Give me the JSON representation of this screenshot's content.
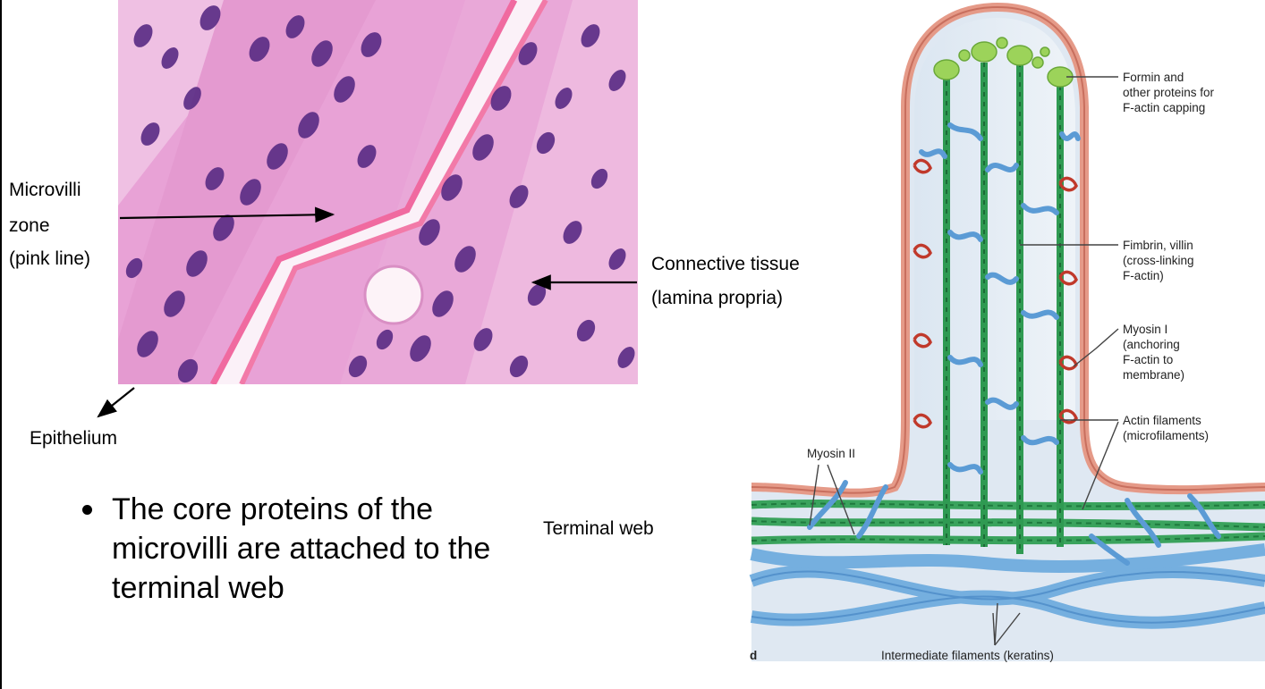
{
  "histology": {
    "labels": {
      "microvilli_line1": "Microvilli",
      "microvilli_line2": "zone",
      "microvilli_line3": "(pink line)",
      "connective_line1": "Connective tissue",
      "connective_line2": "(lamina propria)",
      "epithelium": "Epithelium"
    }
  },
  "bullet": {
    "text": "The core proteins of the microvilli are attached to the terminal web"
  },
  "terminal_web_label": "Terminal web",
  "diagram": {
    "panel_letter": "d",
    "labels": {
      "formin_1": "Formin and",
      "formin_2": "other proteins for",
      "formin_3": "F-actin capping",
      "fimbrin_1": "Fimbrin, villin",
      "fimbrin_2": "(cross-linking",
      "fimbrin_3": "F-actin)",
      "myosin1_1": "Myosin I",
      "myosin1_2": "(anchoring",
      "myosin1_3": "F-actin to",
      "myosin1_4": "membrane)",
      "actin_1": "Actin filaments",
      "actin_2": "(microfilaments)",
      "myosin2": "Myosin II",
      "intermediate": "Intermediate filaments (keratins)"
    }
  },
  "colors": {
    "he_background": "#e89fd2",
    "nucleus": "#5b2d85",
    "membrane": "#e7a99a",
    "actin": "#2f9a52",
    "myosin_blue": "#5b9bd5",
    "myosin1_red": "#c0392b",
    "capping": "#9cd35a"
  }
}
